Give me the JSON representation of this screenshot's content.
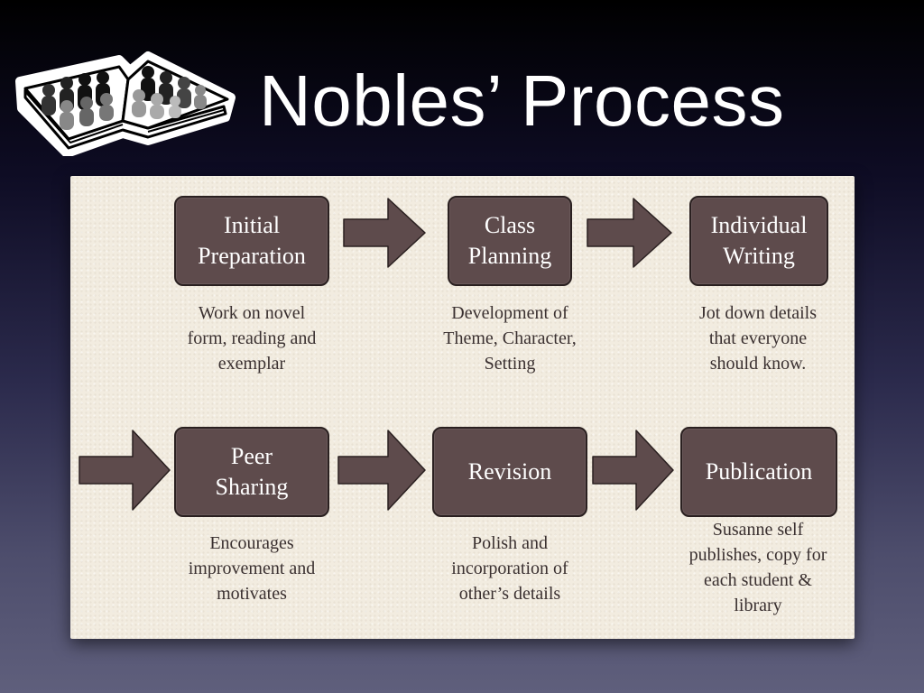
{
  "slide": {
    "title": "Nobles’ Process",
    "logo_icon": "open-book-with-people-icon"
  },
  "colors": {
    "step_fill": "#5e4b4c",
    "step_border": "#2a2020",
    "arrow_fill": "#5e4b4c",
    "paper": "#f2ece0"
  },
  "steps": [
    {
      "label": "Initial Preparation",
      "line1": "Initial",
      "line2": "Preparation",
      "description": [
        "Work on novel",
        "form, reading and",
        "exemplar"
      ]
    },
    {
      "label": "Class Planning",
      "line1": "Class",
      "line2": "Planning",
      "description": [
        "Development of",
        "Theme, Character,",
        "Setting"
      ]
    },
    {
      "label": "Individual Writing",
      "line1": "Individual",
      "line2": "Writing",
      "description": [
        "Jot down details",
        "that everyone",
        "should know."
      ]
    },
    {
      "label": "Peer Sharing",
      "line1": "Peer",
      "line2": "Sharing",
      "description": [
        "Encourages",
        "improvement and",
        "motivates"
      ]
    },
    {
      "label": "Revision",
      "line1": "Revision",
      "line2": "",
      "description": [
        "Polish and",
        "incorporation of",
        "other’s details"
      ]
    },
    {
      "label": "Publication",
      "line1": "Publication",
      "line2": "",
      "description": [
        "Susanne self",
        "publishes, copy for",
        "each student &",
        "library"
      ]
    }
  ]
}
